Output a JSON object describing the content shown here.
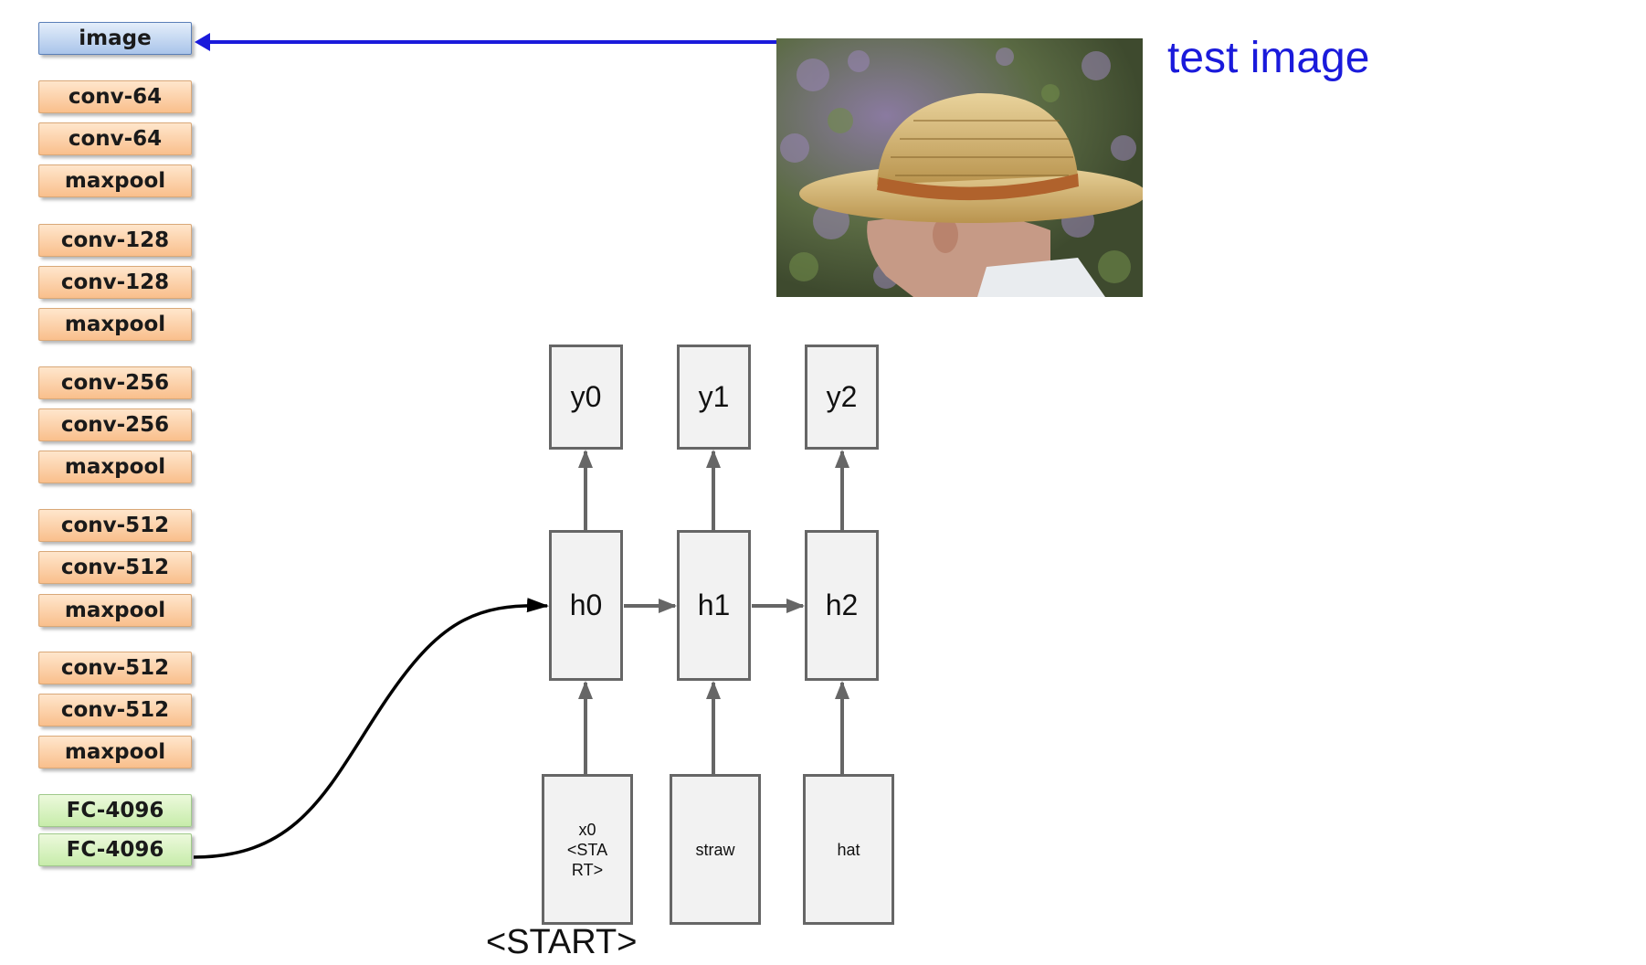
{
  "vgg_stack": {
    "image": "image",
    "conv_labels": [
      "conv-64",
      "conv-64",
      "maxpool",
      "conv-128",
      "conv-128",
      "maxpool",
      "conv-256",
      "conv-256",
      "maxpool",
      "conv-512",
      "conv-512",
      "maxpool",
      "conv-512",
      "conv-512",
      "maxpool"
    ],
    "fc_labels": [
      "FC-4096",
      "FC-4096"
    ]
  },
  "test_image": {
    "label": "test image"
  },
  "rnn": {
    "outputs": [
      "y0",
      "y1",
      "y2"
    ],
    "hidden": [
      "h0",
      "h1",
      "h2"
    ],
    "inputs": [
      "x0 <STA RT>",
      "straw",
      "hat"
    ],
    "start_label": "<START>"
  },
  "colors": {
    "arrow_blue": "#1a1adb",
    "arrow_gray": "#666666",
    "curve": "#000000"
  }
}
